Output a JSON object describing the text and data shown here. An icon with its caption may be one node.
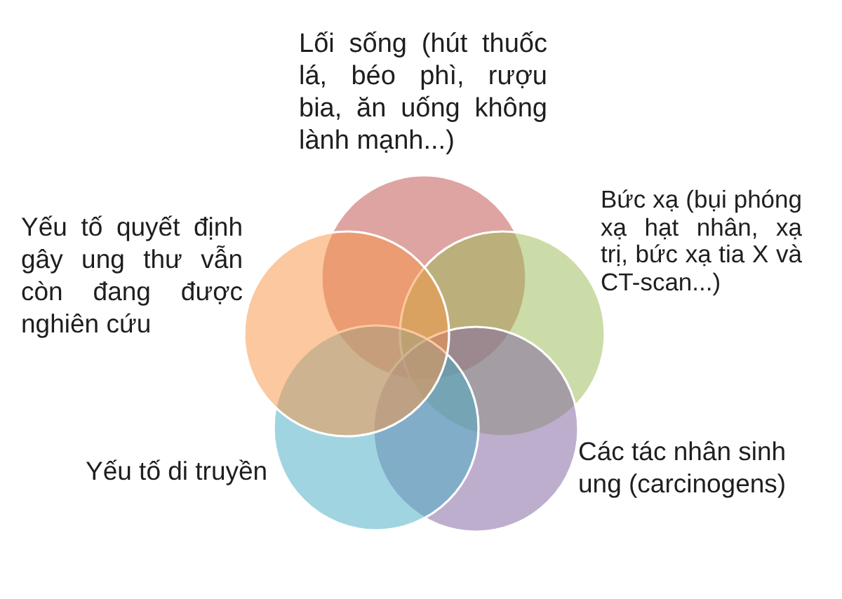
{
  "diagram": {
    "nodes": [
      {
        "text": [],
        "shape": "circle",
        "beside": [
          "Lối sống (hút thuốc lá, béo phì, rượu bia, ăn uống không lành mạnh...)"
        ]
      },
      {
        "text": [],
        "shape": "circle",
        "beside": [
          "Bức xạ (bụi phóng xạ hạt nhân, xạ trị, bức xạ tia X và CT-scan...)"
        ]
      },
      {
        "text": [],
        "shape": "circle",
        "beside": [
          "Các tác nhân sinh ung (carcinogens)"
        ]
      },
      {
        "text": [],
        "shape": "circle",
        "beside": [
          "Yếu tố di truyền"
        ]
      },
      {
        "text": [],
        "shape": "circle",
        "beside": [
          "Yếu tố quyết định gây ung thư vẫn còn đang được nghiên cứu"
        ]
      }
    ],
    "edges": []
  }
}
